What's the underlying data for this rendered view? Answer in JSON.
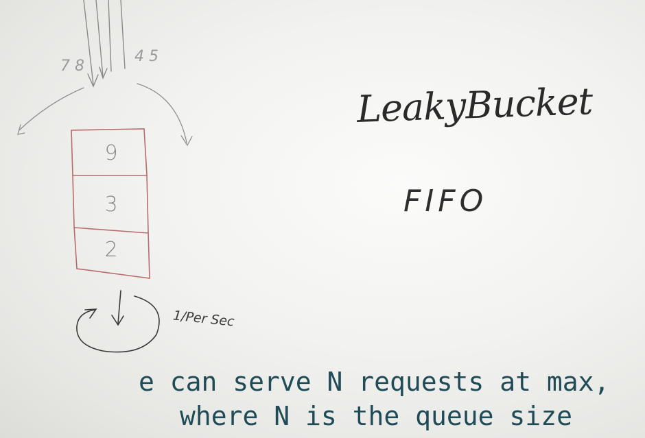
{
  "whiteboard": {
    "title": "LeakyBucket",
    "subtitle": "FIFO",
    "inflow_left": "7 8",
    "inflow_right": "4 5",
    "bucket_items": [
      "9",
      "3",
      "2"
    ],
    "rate_label": "1/Per Sec"
  },
  "caption": {
    "line1": "e can serve N requests at max,",
    "line2": "where N is the queue size"
  },
  "colors": {
    "board": "#f2f2f0",
    "marker_dark": "#2a2a2a",
    "marker_red": "#b86b6b",
    "marker_gray": "#8a8a8a",
    "caption_text": "#1f4b57"
  }
}
